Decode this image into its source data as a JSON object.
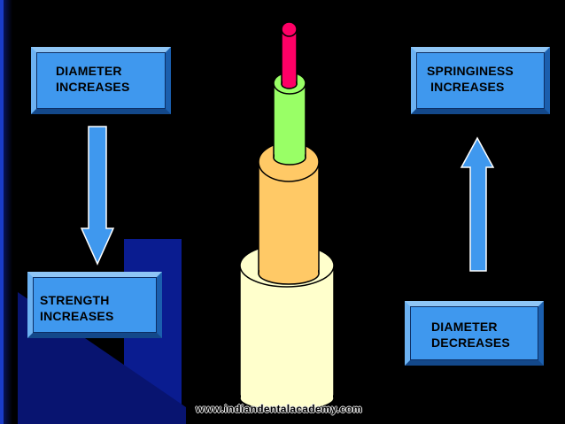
{
  "boxes": {
    "diameter_increases": "DIAMETER\nINCREASES",
    "springiness_increases": "SPRINGINESS\n INCREASES",
    "strength_increases": "STRENGTH\nINCREASES",
    "diameter_decreases": "DIAMETER\nDECREASES"
  },
  "watermark": "www.indiandentalacademy.com",
  "colors": {
    "box_fill": "#3f98ee",
    "arrow_fill": "#3f98ee",
    "segment_1": "#ffffcc",
    "segment_2": "#ffc966",
    "segment_3": "#99ff66",
    "segment_4": "#ff0066"
  }
}
